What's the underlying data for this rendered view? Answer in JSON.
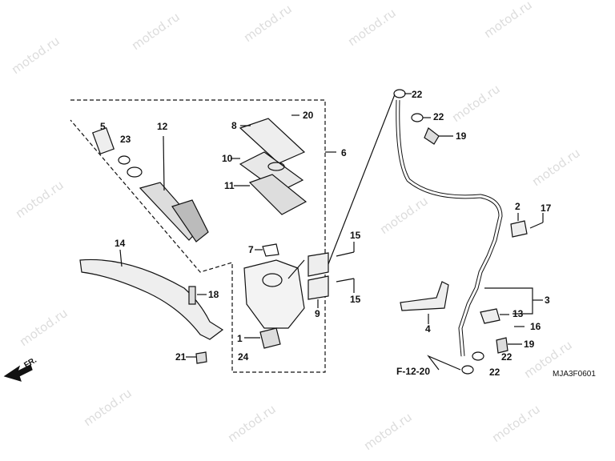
{
  "watermark": "motod.ru",
  "callouts": {
    "c1": "1",
    "c2": "2",
    "c3": "3",
    "c4": "4",
    "c5": "5",
    "c6": "6",
    "c7": "7",
    "c8": "8",
    "c9": "9",
    "c10": "10",
    "c11": "11",
    "c12": "12",
    "c13": "13",
    "c14": "14",
    "c15a": "15",
    "c15b": "15",
    "c16": "16",
    "c17": "17",
    "c18": "18",
    "c19a": "19",
    "c19b": "19",
    "c20": "20",
    "c21": "21",
    "c22a": "22",
    "c22b": "22",
    "c22c": "22",
    "c22d": "22",
    "c23": "23",
    "c24": "24"
  },
  "reference": "F-12-20",
  "diagram_code": "MJA3F0601",
  "direction_label": "FR."
}
